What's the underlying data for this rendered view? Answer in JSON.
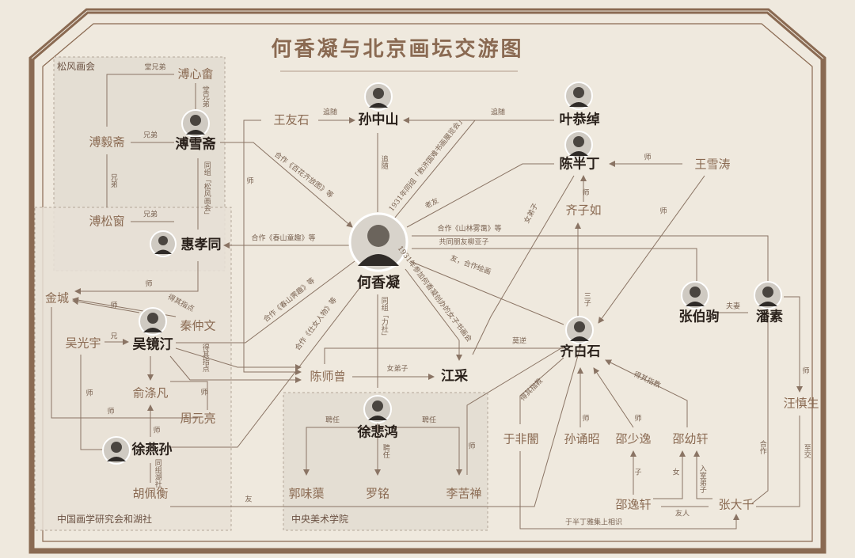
{
  "title": "何香凝与北京画坛交游图",
  "groups": {
    "songfeng": "松风画会",
    "zhongguo": "中国画学研究会和湖社",
    "zhongyang": "中央美术学院"
  },
  "people": {
    "he_xiangning": "何香凝",
    "sun_zhongshan": "孙中山",
    "wang_youshi": "王友石",
    "ye_gongchuo": "叶恭绰",
    "chen_banding": "陈半丁",
    "wang_xuetao": "王雪涛",
    "qi_ziru": "齐子如",
    "pu_xinyu": "溥心畬",
    "pu_xuezhai": "溥雪斋",
    "pu_yizhai": "溥毅斋",
    "pu_songchuang": "溥松窗",
    "hui_xiaotong": "惠孝同",
    "jincheng": "金城",
    "qin_zhongwen": "秦仲文",
    "wu_guangyu": "吴光宇",
    "wu_jingting": "吴镜汀",
    "yu_difan": "俞涤凡",
    "zhou_yuanliang": "周元亮",
    "xu_yansun": "徐燕孙",
    "hu_peiheng": "胡佩衡",
    "chen_shizeng": "陈师曾",
    "jiang_cai": "江采",
    "xu_beihong": "徐悲鸿",
    "guo_weiqu": "郭味蕖",
    "luo_ming": "罗铭",
    "li_kuchan": "李苦禅",
    "qi_baishi": "齐白石",
    "zhang_boju": "张伯驹",
    "pan_su": "潘素",
    "wang_shensheng": "汪慎生",
    "yu_feian": "于非闇",
    "sun_yongzhao": "孙诵昭",
    "shao_yiyi": "邵少逸",
    "shao_youxuan": "邵幼轩",
    "shao_yixuan": "邵逸轩",
    "zhang_daqian": "张大千"
  },
  "relations": {
    "gensui1": "追随",
    "gensui2": "追随",
    "gensui3": "追随",
    "shi": "师",
    "tangxiongdi": "堂兄弟",
    "tangxiongdi_v": "堂兄弟",
    "xiongdi": "兄弟",
    "xiongdi_v": "兄弟",
    "xiongdi2": "兄弟",
    "tongzu_songfeng": "同组「松风画会」",
    "hezuo_baihua": "合作《百花齐放图》等",
    "zuzhi1931": "1931年同组「救济国难书画展览会」",
    "laoyou": "老友",
    "hezuo_chunshan": "合作《春山童趣》等",
    "hezuo_shanlin": "合作《山林雾霭》等",
    "gongtong_liuyazi": "共同朋友柳亚子",
    "you_hezuo": "友，合作绘画",
    "canjia1931": "1931年参加何香凝创办的女子书画会",
    "nv_dizi": "女弟子",
    "nv_dizi2": "女弟子",
    "tongzu_lishe": "同组「力社」",
    "hezuo_chunshan_shan": "合作《春山霁趣》等",
    "hezuo_renwu": "合作《仕女人物》等",
    "deqi_zhidian": "得其指点",
    "deqi_zhidian2": "得其指点",
    "deqi_zhijiao": "得其指教",
    "deqi_zhijiao2": "得其指教",
    "xiong": "兄",
    "sanzi": "三子",
    "moni": "莫逆",
    "fuqi": "夫妻",
    "pinren": "聘任",
    "zhijiao": "至交",
    "hezuo": "合作",
    "tonzu_hushe": "同组湖社",
    "zi": "子",
    "nv": "女",
    "rushi_dizi": "入室弟子",
    "pengyou": "友人",
    "you": "友",
    "xiangshi": "于半丁雅集上相识"
  },
  "colors": {
    "background": "#efe9de",
    "frame": "#8a6a52",
    "line": "#8a7464",
    "group_box": "#e6e0d5"
  }
}
